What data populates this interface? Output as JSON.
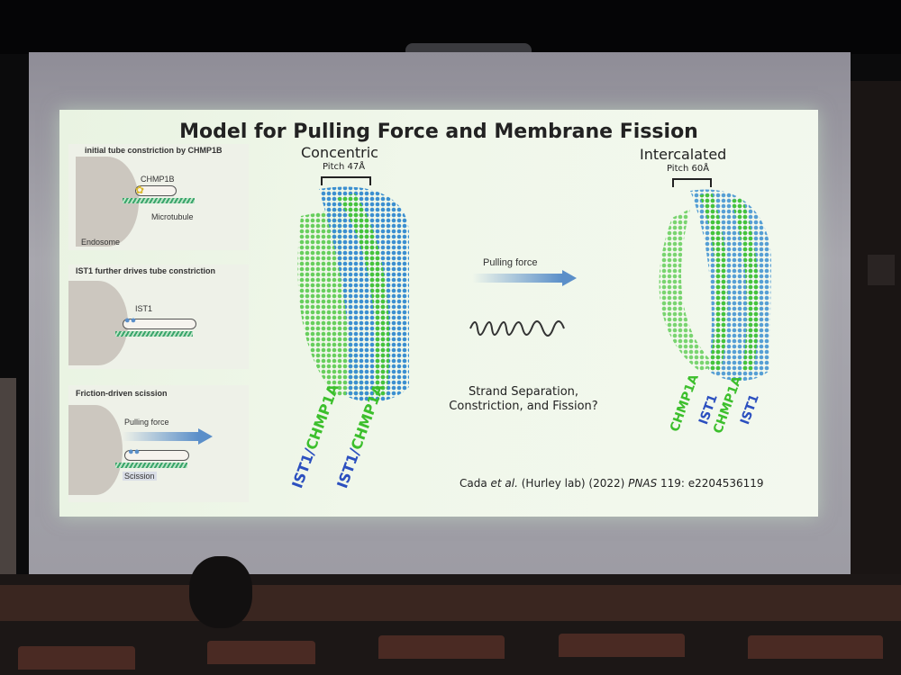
{
  "slide": {
    "title": "Model for Pulling Force and Membrane Fission",
    "concentric": {
      "heading": "Concentric",
      "pitch": "Pitch 47Å"
    },
    "intercalated": {
      "heading": "Intercalated",
      "pitch": "Pitch 60Å"
    },
    "panels": [
      {
        "title": "initial tube constriction by CHMP1B",
        "labels": [
          "CHMP1B",
          "Microtubule",
          "Endosome"
        ]
      },
      {
        "title": "IST1 further drives tube constriction",
        "labels": [
          "IST1"
        ]
      },
      {
        "title": "Friction-driven scission",
        "labels": [
          "Pulling force",
          "Scission"
        ]
      }
    ],
    "pulling_force": "Pulling force",
    "caption_line1": "Strand Separation,",
    "caption_line2": "Constriction, and Fission?",
    "concentric_labels": [
      {
        "a": "IST1",
        "sep": "/",
        "b": "CHMP1A"
      },
      {
        "a": "IST1",
        "sep": "/",
        "b": "CHMP1A"
      }
    ],
    "intercalated_labels": [
      "CHMP1A",
      "IST1",
      "CHMP1A",
      "IST1"
    ],
    "citation": {
      "pre": "Cada ",
      "etal": "et al.",
      "mid": " (Hurley lab)  (2022) ",
      "journal": "PNAS",
      "post": " 119: e2204536119"
    }
  },
  "colors": {
    "blue": "#2b4fbf",
    "green": "#3cbf2c",
    "accent": "#5b8fc9"
  }
}
